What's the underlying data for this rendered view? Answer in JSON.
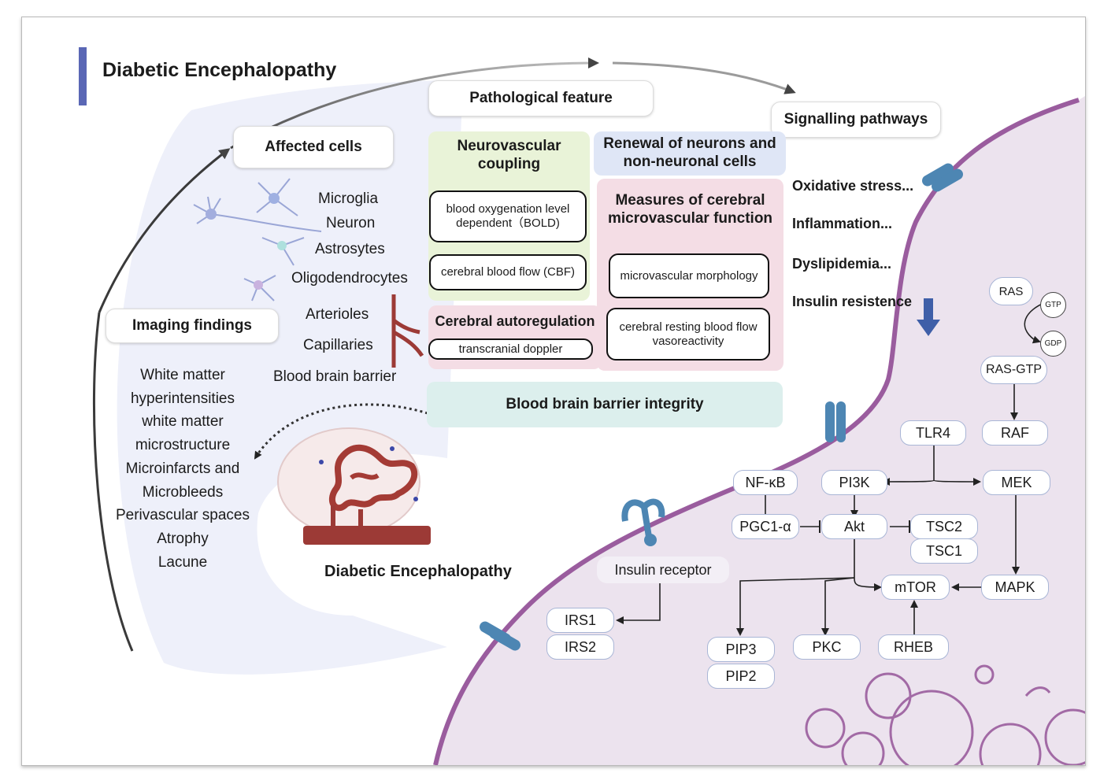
{
  "title": "Diabetic Encephalopathy",
  "sections": {
    "pathological_feature": "Pathological feature",
    "affected_cells": "Affected cells",
    "signalling_pathways": "Signalling pathways",
    "imaging_findings": "Imaging findings"
  },
  "cells": [
    "Microglia",
    "Neuron",
    "Astrosytes",
    "Oligodendrocytes",
    "Arterioles",
    "Capillaries",
    "Blood brain barrier"
  ],
  "imaging_list": [
    "White matter",
    "hyperintensities",
    "white matter",
    "microstructure",
    "Microinfarcts and",
    "Microbleeds",
    "Perivascular spaces",
    "Atrophy",
    "Lacune"
  ],
  "brain_label": "Diabetic Encephalopathy",
  "panels": {
    "neurovascular": {
      "title": "Neurovascular coupling",
      "bold": "blood oxygenation level dependent（BOLD)",
      "cbf": "cerebral blood flow (CBF)"
    },
    "renewal": {
      "title": "Renewal of neurons and non-neuronal cells"
    },
    "measures": {
      "title": "Measures of cerebral microvascular function",
      "morphology": "microvascular morphology",
      "resting": "cerebral resting blood flow vasoreactivity"
    },
    "autoregulation": {
      "title": "Cerebral autoregulation",
      "doppler": "transcranial doppler"
    },
    "bbb": {
      "title": "Blood brain barrier integrity"
    }
  },
  "pathways": [
    "Oxidative stress...",
    "Inflammation...",
    "Dyslipidemia...",
    "Insulin resistence"
  ],
  "signaling_nodes": {
    "ras": "RAS",
    "gtp": "GTP",
    "gdp": "GDP",
    "ras_gtp": "RAS-GTP",
    "raf": "RAF",
    "tlr4": "TLR4",
    "mek": "MEK",
    "mapk": "MAPK",
    "nfkb": "NF-κB",
    "pi3k": "PI3K",
    "pgc1a": "PGC1-α",
    "akt": "Akt",
    "tsc2": "TSC2",
    "tsc1": "TSC1",
    "mtor": "mTOR",
    "insulin_receptor": "Insulin receptor",
    "irs1": "IRS1",
    "irs2": "IRS2",
    "pip3": "PIP3",
    "pip2": "PIP2",
    "pkc": "PKC",
    "rheb": "RHEB"
  },
  "colors": {
    "accent_bar": "#5a67b5",
    "membrane": "#9a5c9e",
    "cell_interior": "#ece3ee",
    "left_region": "#eef0fa",
    "neurovascular_panel": "#e9f3d8",
    "renewal_panel": "#dfe6f6",
    "measures_panel": "#f4dde5",
    "bbb_panel": "#dcefed",
    "node_border": "#a9b6d6",
    "channel": "#4d86b3",
    "down_arrow": "#3f5fa8",
    "vessel": "#9c3a36"
  }
}
